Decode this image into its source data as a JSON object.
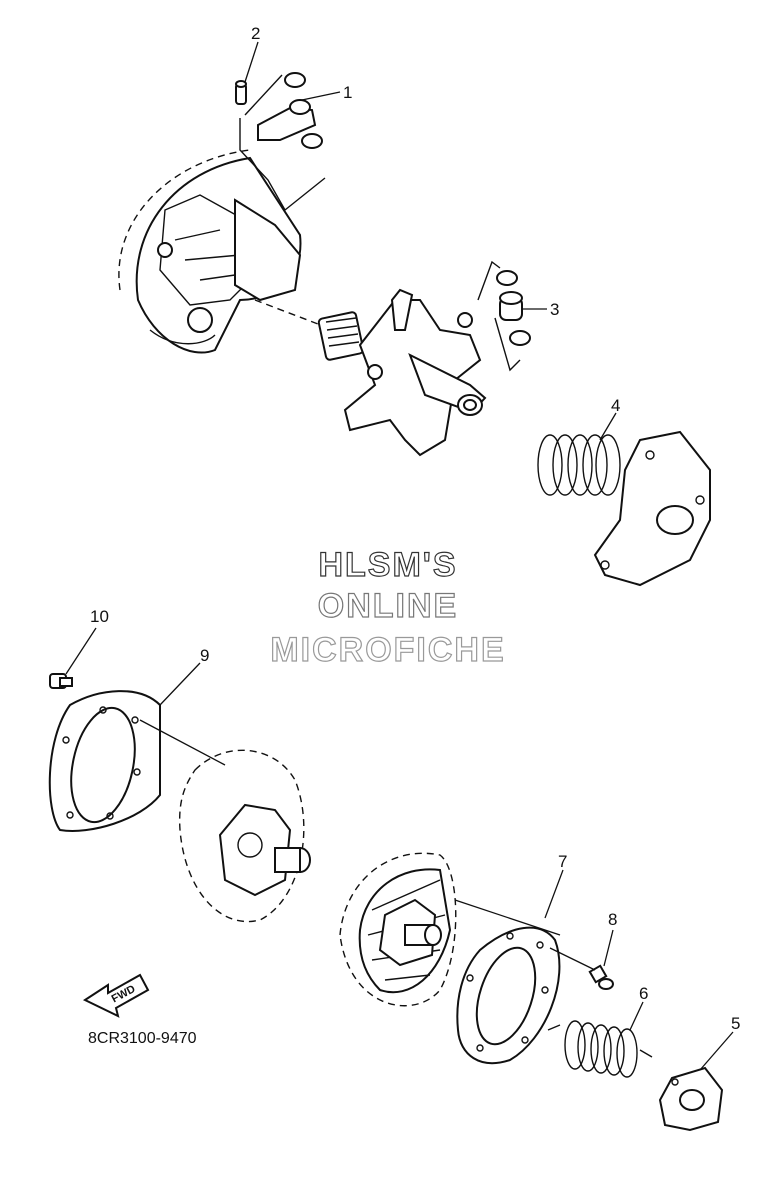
{
  "watermark": {
    "line1": "HLSM'S",
    "line2": "ONLINE",
    "line3": "MICROFICHE"
  },
  "callouts": [
    "1",
    "2",
    "3",
    "4",
    "5",
    "6",
    "7",
    "8",
    "9",
    "10"
  ],
  "diagram_code": "8CR3100-9470",
  "direction_arrow": {
    "label": "FWD",
    "icon": "fwd-arrow-icon"
  }
}
